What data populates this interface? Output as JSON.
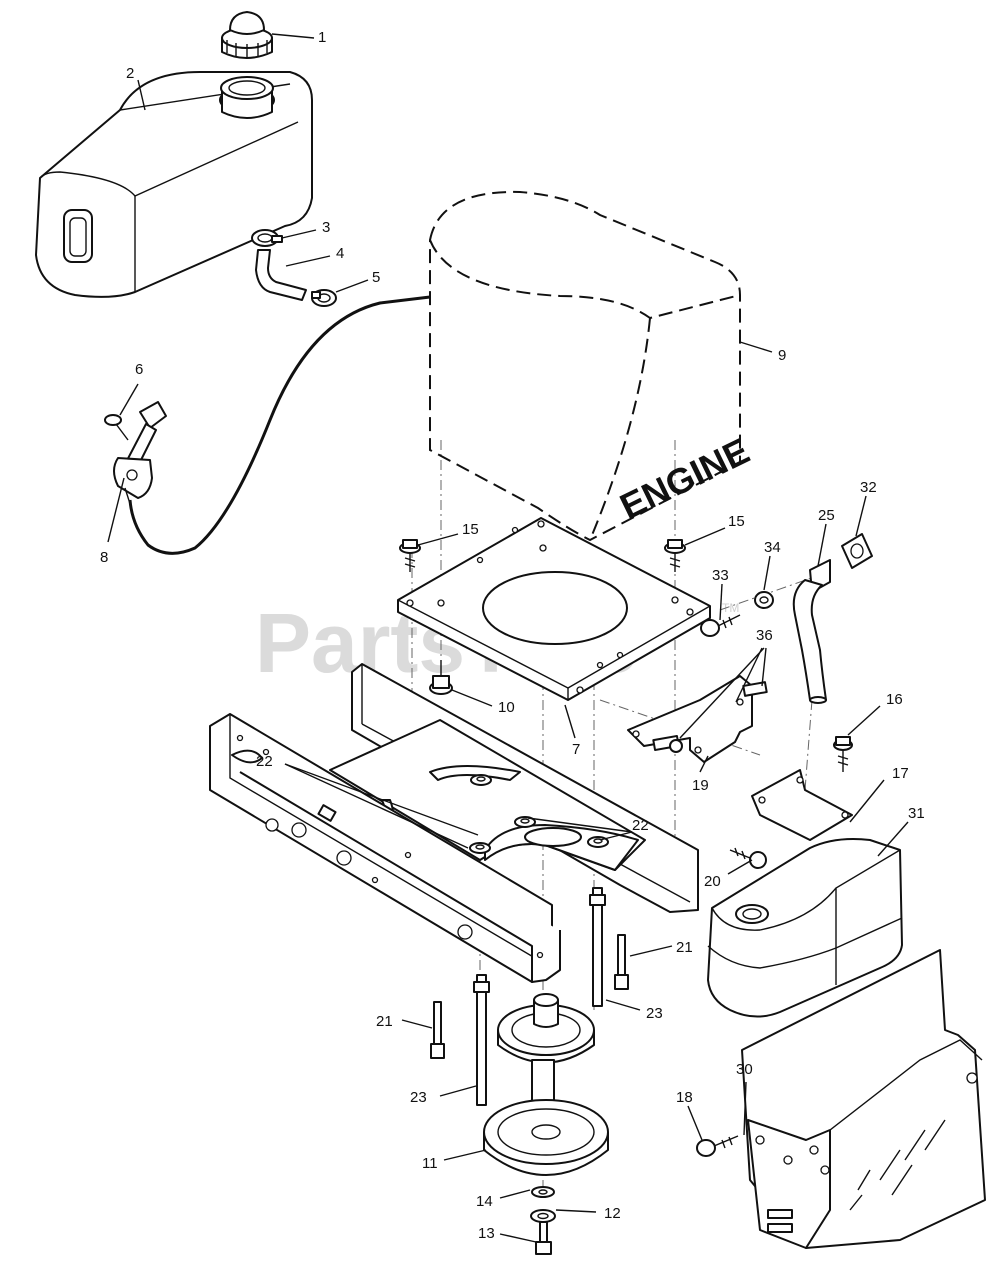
{
  "watermark": {
    "text": "PartsTree",
    "trademark": "TM"
  },
  "engine_label": "ENGINE",
  "callouts": [
    {
      "id": "c1",
      "label": "1"
    },
    {
      "id": "c2",
      "label": "2"
    },
    {
      "id": "c3",
      "label": "3"
    },
    {
      "id": "c4",
      "label": "4"
    },
    {
      "id": "c5",
      "label": "5"
    },
    {
      "id": "c6",
      "label": "6"
    },
    {
      "id": "c7",
      "label": "7"
    },
    {
      "id": "c8",
      "label": "8"
    },
    {
      "id": "c9",
      "label": "9"
    },
    {
      "id": "c10",
      "label": "10"
    },
    {
      "id": "c11",
      "label": "11"
    },
    {
      "id": "c12",
      "label": "12"
    },
    {
      "id": "c13",
      "label": "13"
    },
    {
      "id": "c14",
      "label": "14"
    },
    {
      "id": "c15a",
      "label": "15"
    },
    {
      "id": "c15b",
      "label": "15"
    },
    {
      "id": "c16",
      "label": "16"
    },
    {
      "id": "c17",
      "label": "17"
    },
    {
      "id": "c18",
      "label": "18"
    },
    {
      "id": "c19",
      "label": "19"
    },
    {
      "id": "c20",
      "label": "20"
    },
    {
      "id": "c21a",
      "label": "21"
    },
    {
      "id": "c21b",
      "label": "21"
    },
    {
      "id": "c22a",
      "label": "22"
    },
    {
      "id": "c22b",
      "label": "22"
    },
    {
      "id": "c23a",
      "label": "23"
    },
    {
      "id": "c23b",
      "label": "23"
    },
    {
      "id": "c25",
      "label": "25"
    },
    {
      "id": "c30",
      "label": "30"
    },
    {
      "id": "c31",
      "label": "31"
    },
    {
      "id": "c32",
      "label": "32"
    },
    {
      "id": "c33",
      "label": "33"
    },
    {
      "id": "c34",
      "label": "34"
    },
    {
      "id": "c36",
      "label": "36"
    }
  ]
}
